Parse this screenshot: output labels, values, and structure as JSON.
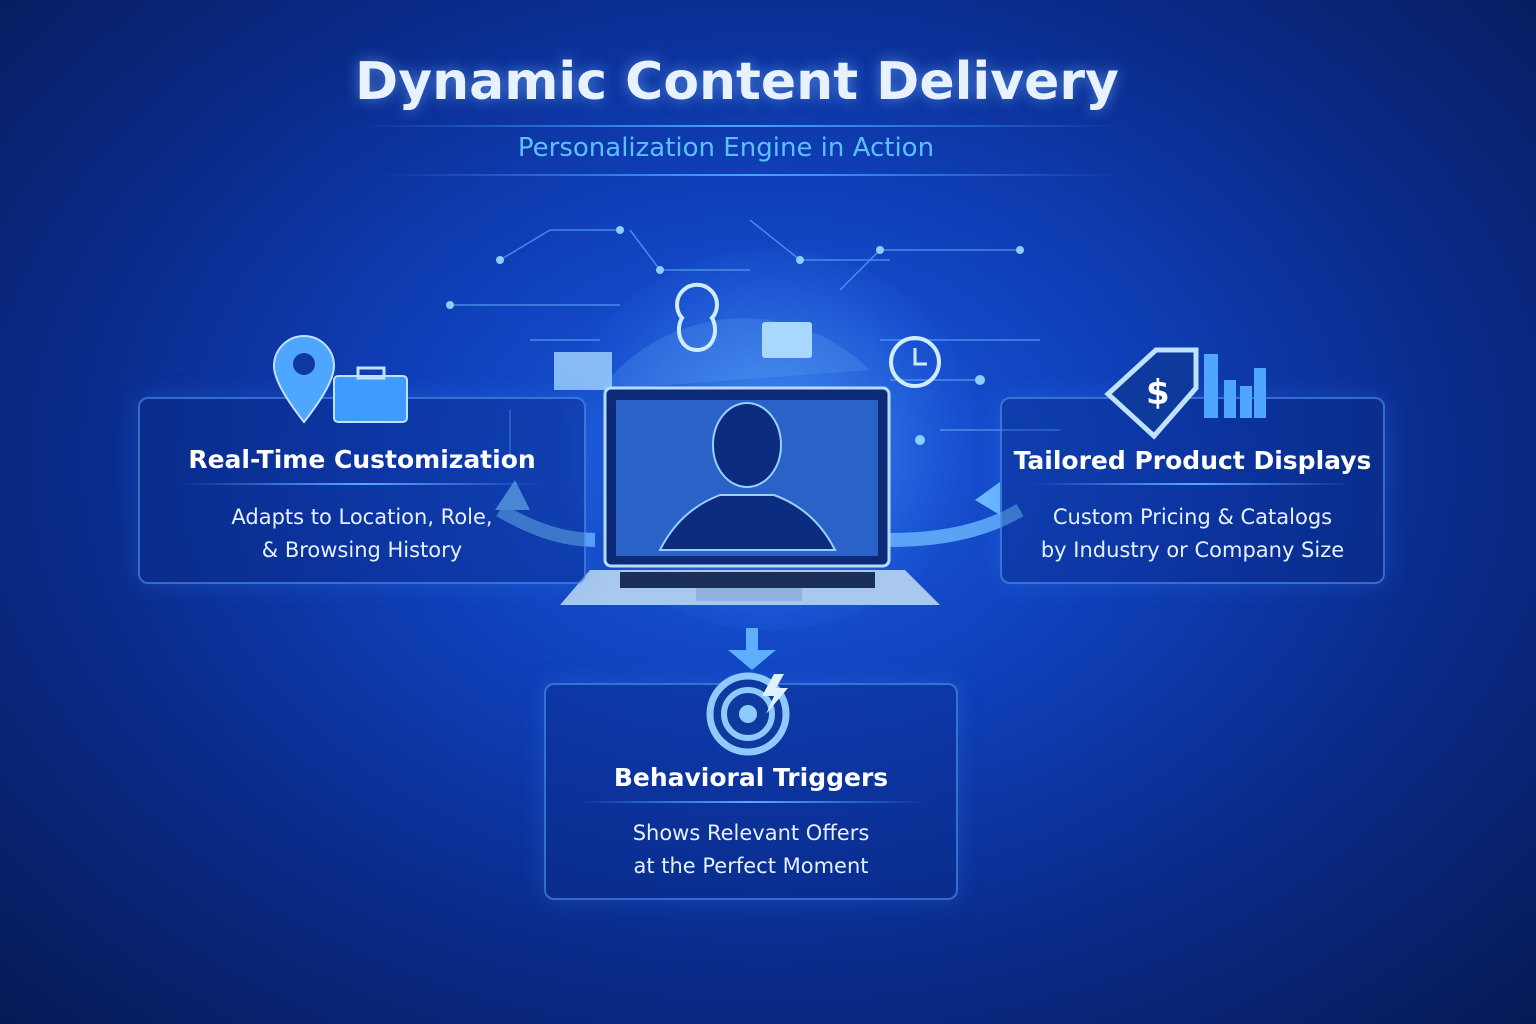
{
  "header": {
    "title": "Dynamic Content Delivery",
    "subtitle": "Personalization Engine in Action"
  },
  "cards": [
    {
      "title": "Real-Time Customization",
      "desc_line1": "Adapts to Location, Role,",
      "desc_line2": "& Browsing History",
      "icons": [
        "map-pin-icon",
        "briefcase-icon"
      ]
    },
    {
      "title": "Tailored Product Displays",
      "desc_line1": "Custom Pricing & Catalogs",
      "desc_line2": "by Industry or Company Size",
      "icons": [
        "price-tag-icon",
        "bar-chart-icon"
      ]
    },
    {
      "title": "Behavioral Triggers",
      "desc_line1": "Shows Relevant Offers",
      "desc_line2": "at the Perfect Moment",
      "icons": [
        "target-icon"
      ]
    }
  ],
  "price_symbol": "$",
  "colors": {
    "accent": "#5cc0ff",
    "background": "#0f3fb8"
  }
}
